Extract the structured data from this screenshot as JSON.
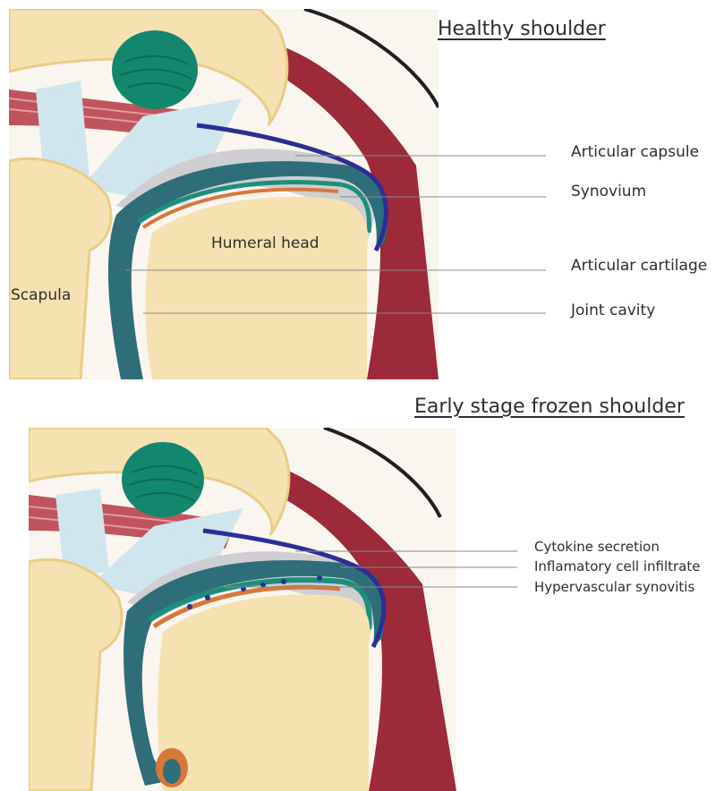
{
  "top": {
    "title": "Healthy shoulder",
    "labels": {
      "articular_capsule": "Articular capsule",
      "synovium": "Synovium",
      "articular_cartilage": "Articular cartilage",
      "joint_cavity": "Joint cavity",
      "humeral_head": "Humeral head",
      "scapula": "Scapula"
    }
  },
  "bottom": {
    "title": "Early stage frozen shoulder",
    "labels": {
      "cytokine_secretion": "Cytokine secretion",
      "inflammatory_cell_infiltrate": "Inflamatory cell infiltrate",
      "hypervascular_synovitis": "Hypervascular synovitis"
    }
  },
  "colors": {
    "background": "#fbf5ef",
    "bone": "#f6e2b0",
    "bone_shadow": "#e9cd86",
    "muscle": "#9c2a38",
    "muscle_stripe": "#c76a70",
    "tendon": "#cfe6ee",
    "ligament_round": "#13876d",
    "capsule": "#2a2f96",
    "synovium": "#1b8f7a",
    "cartilage": "#d9773a",
    "cavity": "#2e6e7a",
    "capsule_light": "#9fc6d3",
    "grey_fill": "#cfcfd3"
  }
}
